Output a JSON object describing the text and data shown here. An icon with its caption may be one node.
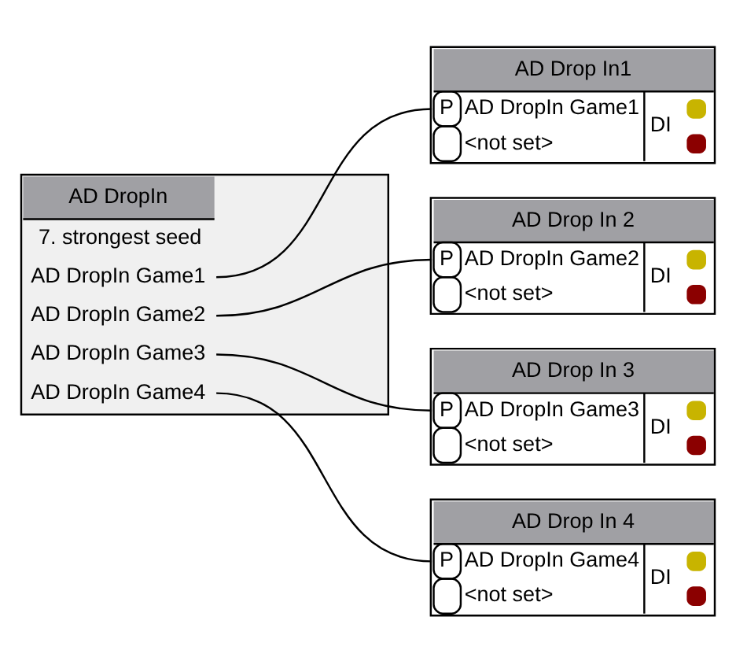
{
  "diagram": {
    "nodes": [
      {
        "text": [
          "AD DropIn",
          "7. strongest seed",
          "AD DropIn Game1",
          "AD DropIn Game2",
          "AD DropIn Game3",
          "AD DropIn Game4"
        ]
      },
      {
        "text": [
          "AD Drop In1",
          "P",
          "AD DropIn Game1",
          "<not set>",
          "DI"
        ]
      },
      {
        "text": [
          "AD Drop In 2",
          "P",
          "AD DropIn Game2",
          "<not set>",
          "DI"
        ]
      },
      {
        "text": [
          "AD Drop In 3",
          "P",
          "AD DropIn Game3",
          "<not set>",
          "DI"
        ]
      },
      {
        "text": [
          "AD Drop In 4",
          "P",
          "AD DropIn Game4",
          "<not set>",
          "DI"
        ]
      }
    ],
    "edges": [
      {
        "from": 0,
        "to": 1,
        "arrow": "none"
      },
      {
        "from": 0,
        "to": 2,
        "arrow": "none"
      },
      {
        "from": 0,
        "to": 3,
        "arrow": "none"
      },
      {
        "from": 0,
        "to": 4,
        "arrow": "none"
      }
    ]
  }
}
